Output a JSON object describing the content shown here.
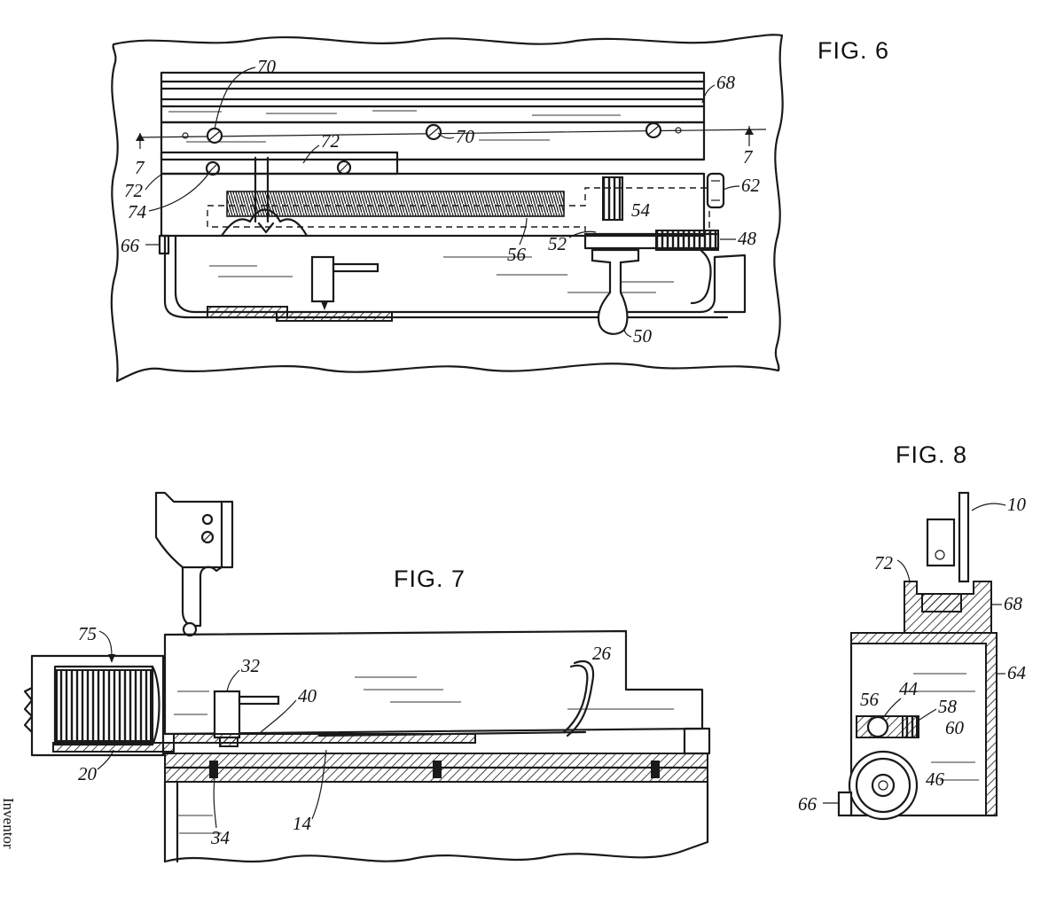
{
  "figures": [
    {
      "id": "fig6",
      "title": "FIG. 6"
    },
    {
      "id": "fig7",
      "title": "FIG. 7"
    },
    {
      "id": "fig8",
      "title": "FIG. 8"
    }
  ],
  "fig6_refs": {
    "r70a": "70",
    "r70b": "70",
    "r68": "68",
    "r7a": "7",
    "r7b": "7",
    "r72a": "72",
    "r72b": "72",
    "r74": "74",
    "r62": "62",
    "r54": "54",
    "r66": "66",
    "r56": "56",
    "r52": "52",
    "r48": "48",
    "r50": "50"
  },
  "fig7_refs": {
    "r75": "75",
    "r32": "32",
    "r40": "40",
    "r26": "26",
    "r20": "20",
    "r34": "34",
    "r14": "14"
  },
  "fig8_refs": {
    "r10": "10",
    "r72": "72",
    "r68": "68",
    "r64": "64",
    "r56": "56",
    "r44": "44",
    "r58": "58",
    "r60": "60",
    "r46": "46",
    "r66": "66"
  },
  "side_text": "Inventor"
}
